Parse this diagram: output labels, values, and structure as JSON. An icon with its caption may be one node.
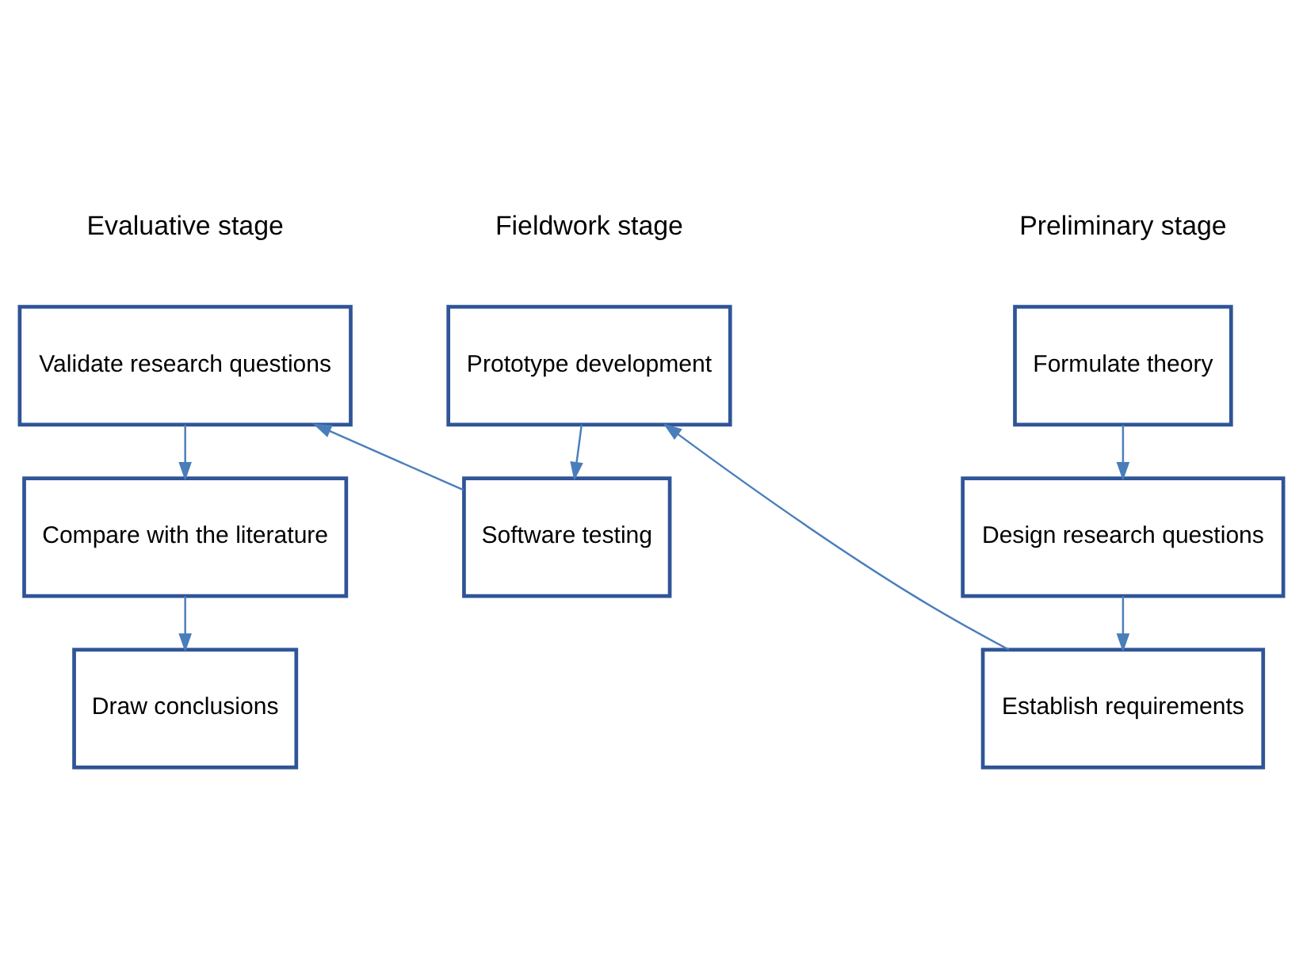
{
  "diagram": {
    "nodes": [
      {
        "text": [
          "Formulate theory"
        ]
      },
      {
        "text": [
          "Design research questions"
        ]
      },
      {
        "text": [
          "Establish requirements"
        ]
      },
      {
        "text": [
          "Prototype development"
        ]
      },
      {
        "text": [
          "Software testing"
        ]
      },
      {
        "text": [
          "Validate research questions"
        ]
      },
      {
        "text": [
          "Compare with the literature"
        ]
      },
      {
        "text": [
          "Draw conclusions"
        ]
      }
    ],
    "edges": [
      {
        "from": 0,
        "to": 1,
        "arrow": "to"
      },
      {
        "from": 1,
        "to": 2,
        "arrow": "to"
      },
      {
        "from": 2,
        "to": 3,
        "arrow": "to"
      },
      {
        "from": 3,
        "to": 4,
        "arrow": "to"
      },
      {
        "from": 4,
        "to": 5,
        "arrow": "to"
      },
      {
        "from": 5,
        "to": 6,
        "arrow": "to"
      },
      {
        "from": 6,
        "to": 7,
        "arrow": "to"
      }
    ],
    "labels": [
      "Preliminary stage",
      "Fieldwork stage",
      "Evaluative stage"
    ]
  }
}
